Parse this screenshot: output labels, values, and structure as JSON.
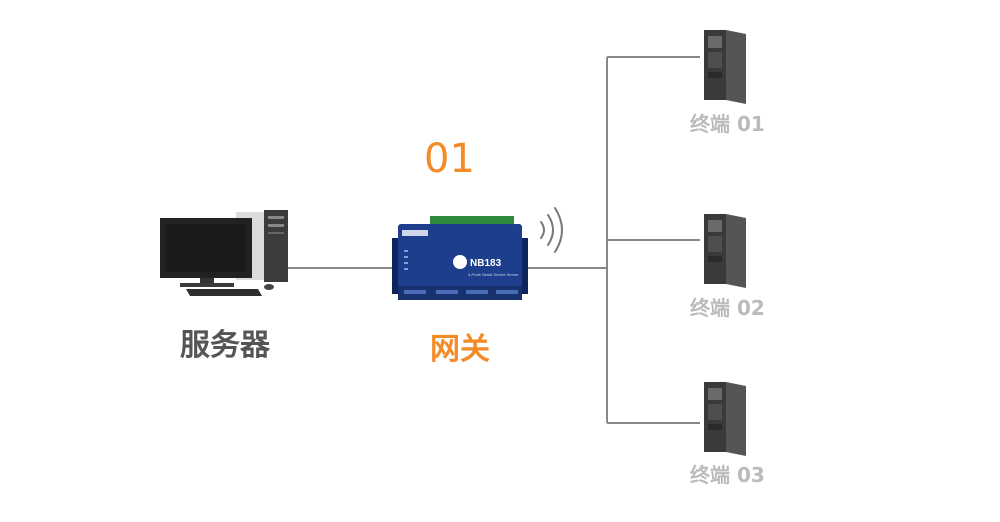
{
  "server": {
    "label": "服务器"
  },
  "gateway": {
    "number": "01",
    "label": "网关",
    "model": "NB183",
    "subtitle": "4-Ports Serial Device Server"
  },
  "terminals": [
    {
      "label": "终端 01"
    },
    {
      "label": "终端 02"
    },
    {
      "label": "终端 03"
    }
  ],
  "colors": {
    "accent": "#f28c28",
    "server_label": "#555555",
    "terminal_label": "#bbbbbb",
    "line": "#888888",
    "gateway_body": "#1d3e8c"
  }
}
